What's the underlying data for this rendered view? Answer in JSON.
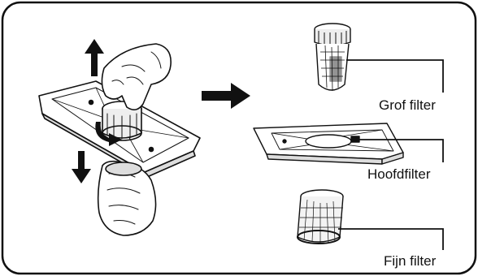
{
  "labels": {
    "grof": "Grof filter",
    "hoofd": "Hoofdfilter",
    "fijn": "Fijn filter"
  },
  "icons": {
    "up": "arrow-up-icon",
    "down": "arrow-down-icon",
    "next": "arrow-right-icon",
    "twist": "twist-arrow-icon"
  },
  "colors": {
    "line": "#111111",
    "fill": "#ffffff",
    "shade": "#cfcfcf"
  }
}
